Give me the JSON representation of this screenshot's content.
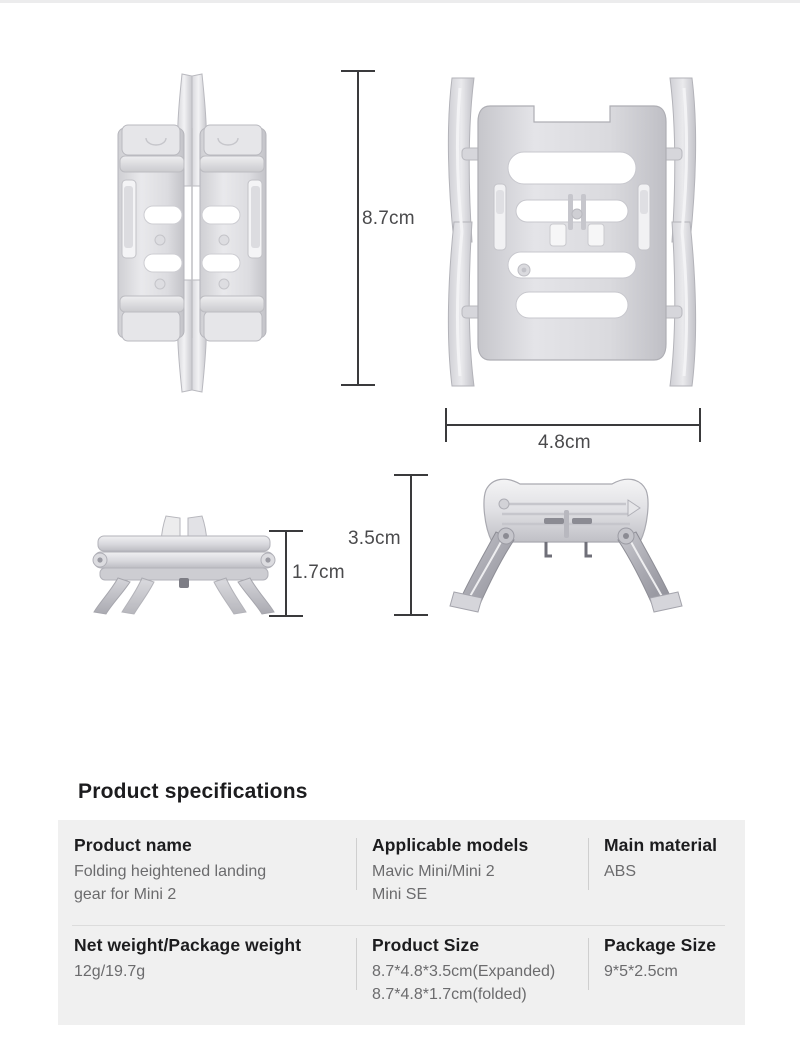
{
  "product_views": [
    {
      "name": "folded-top-view",
      "alt": "Folding landing gear, folded, top view"
    },
    {
      "name": "expanded-top-view",
      "alt": "Folding landing gear, expanded, top view"
    },
    {
      "name": "folded-side-view",
      "alt": "Folding landing gear, folded, side view"
    },
    {
      "name": "expanded-side-view",
      "alt": "Folding landing gear, expanded, side view"
    }
  ],
  "dimensions": {
    "height_expanded": "8.7cm",
    "width_expanded": "4.8cm",
    "leg_height_expanded": "3.5cm",
    "leg_height_folded": "1.7cm"
  },
  "spec": {
    "title": "Product specifications",
    "rows": [
      {
        "cells": [
          {
            "header": "Product name",
            "lines": [
              "Folding heightened landing",
              "gear for Mini 2"
            ]
          },
          {
            "header": "Applicable models",
            "lines": [
              "Mavic Mini/Mini 2",
              "Mini SE"
            ]
          },
          {
            "header": "Main material",
            "lines": [
              "ABS"
            ]
          }
        ]
      },
      {
        "cells": [
          {
            "header": "Net weight/Package weight",
            "lines": [
              "12g/19.7g"
            ]
          },
          {
            "header": "Product Size",
            "lines": [
              "8.7*4.8*3.5cm(Expanded)",
              "8.7*4.8*1.7cm(folded)"
            ]
          },
          {
            "header": "Package Size",
            "lines": [
              "9*5*2.5cm"
            ]
          }
        ]
      }
    ]
  },
  "colors": {
    "background": "#ffffff",
    "panel": "#f0f0f0",
    "header_text": "#1c1c1e",
    "value_text": "#6b6b6d",
    "dimension_line": "#3a3a3c",
    "plastic_light": "#e8e8ea",
    "plastic_mid": "#d2d2d6",
    "plastic_dark": "#b4b4ba"
  }
}
